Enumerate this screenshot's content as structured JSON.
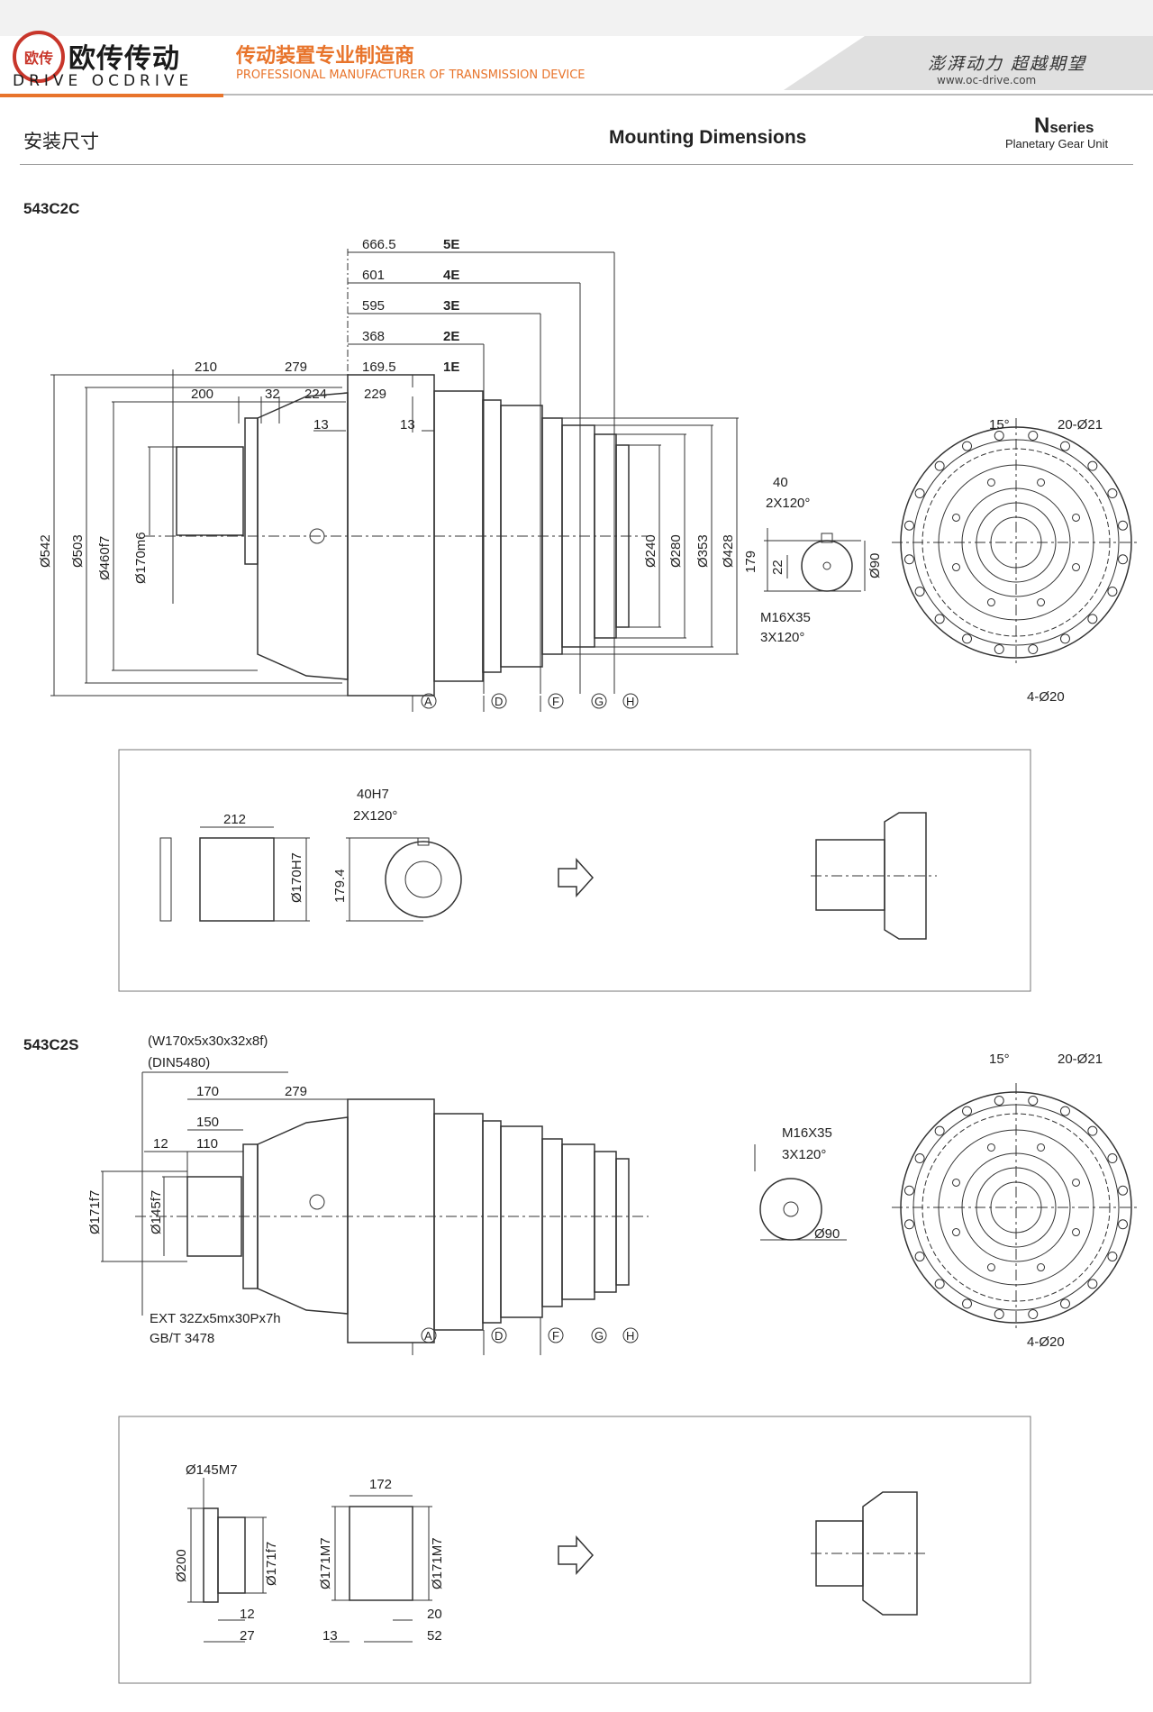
{
  "header": {
    "logo_mark": "欧传",
    "brand_cn": "欧传传动",
    "brand_en": "DRIVE OCDRIVE",
    "tagline_cn": "传动装置专业制造商",
    "tagline_en": "PROFESSIONAL MANUFACTURER OF TRANSMISSION DEVICE",
    "slogan": "澎湃动力 超越期望",
    "url": "www.oc-drive.com",
    "accent_color": "#e8742b",
    "logo_color": "#c8362b"
  },
  "section": {
    "title_cn": "安装尺寸",
    "title_en": "Mounting Dimensions",
    "series_big": "N",
    "series_small": "series",
    "series_sub": "Planetary Gear Unit"
  },
  "model1": {
    "name": "543C2C",
    "lengths": [
      {
        "value": "666.5",
        "code": "5E"
      },
      {
        "value": "601",
        "code": "4E"
      },
      {
        "value": "595",
        "code": "3E"
      },
      {
        "value": "368",
        "code": "2E"
      },
      {
        "value": "169.5",
        "code": "1E"
      }
    ],
    "dims": {
      "d210": "210",
      "d279": "279",
      "d200": "200",
      "d32": "32",
      "d224": "224",
      "d229": "229",
      "d13a": "13",
      "d13b": "13",
      "dia542": "Ø542",
      "dia503": "Ø503",
      "dia460": "Ø460f7",
      "dia170": "Ø170m6",
      "dia240": "Ø240",
      "dia280": "Ø280",
      "dia353": "Ø353",
      "dia428": "Ø428",
      "key40": "40",
      "key2x120": "2X120°",
      "h179": "179",
      "h22": "22",
      "dia90": "Ø90",
      "m16": "M16X35",
      "m3x120": "3X120°",
      "angle15": "15°",
      "holes20": "20-Ø21",
      "holes4": "4-Ø20"
    },
    "flange_labels": [
      "A",
      "D",
      "F",
      "G",
      "H"
    ],
    "option": {
      "len212": "212",
      "dia170h7": "Ø170H7",
      "key40h7": "40H7",
      "key2x120": "2X120°",
      "h179_4": "179.4"
    }
  },
  "model2": {
    "name": "543C2S",
    "spline1": "(W170x5x30x32x8f)",
    "spline2": "(DIN5480)",
    "dims": {
      "d170": "170",
      "d279": "279",
      "d150": "150",
      "d12": "12",
      "d110": "110",
      "dia171": "Ø171f7",
      "dia145": "Ø145f7",
      "ext": "EXT 32Zx5mx30Px7h",
      "gb": "GB/T 3478",
      "m16": "M16X35",
      "m3x120": "3X120°",
      "dia90": "Ø90",
      "angle15": "15°",
      "holes20": "20-Ø21",
      "holes4": "4-Ø20"
    },
    "flange_labels": [
      "A",
      "D",
      "F",
      "G",
      "H"
    ],
    "option": {
      "dia145m7": "Ø145M7",
      "dia200": "Ø200",
      "dia171f7": "Ø171f7",
      "d12": "12",
      "d27": "27",
      "len172": "172",
      "dia171m7a": "Ø171M7",
      "dia171m7b": "Ø171M7",
      "d13": "13",
      "d20": "20",
      "d52": "52"
    }
  }
}
